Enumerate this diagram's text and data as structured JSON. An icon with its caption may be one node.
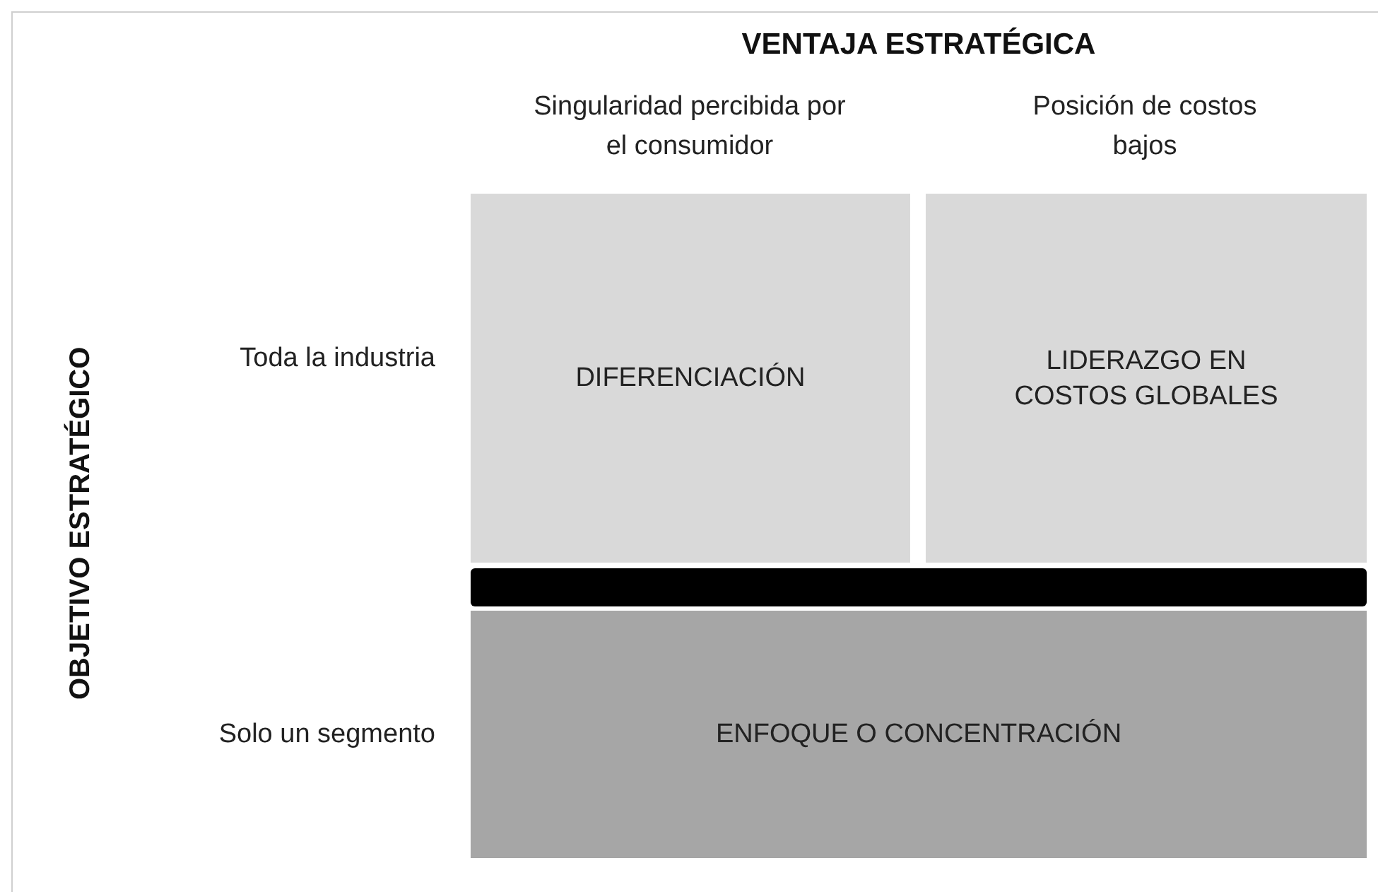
{
  "diagram": {
    "title": "VENTAJA ESTRATÉGICA",
    "nodes": [
      {
        "text": [
          "DIFERENCIACIÓN"
        ]
      },
      {
        "text": [
          "LIDERAZGO EN COSTOS GLOBALES"
        ]
      },
      {
        "text": [],
        "shape": "bar"
      },
      {
        "text": [
          "ENFOQUE O CONCENTRACIÓN"
        ]
      }
    ],
    "labels": [
      "Singularidad percibida por el consumidor",
      "Posición de costos bajos",
      "OBJETIVO ESTRATÉGICO",
      "Toda la industria",
      "Solo un segmento"
    ]
  }
}
